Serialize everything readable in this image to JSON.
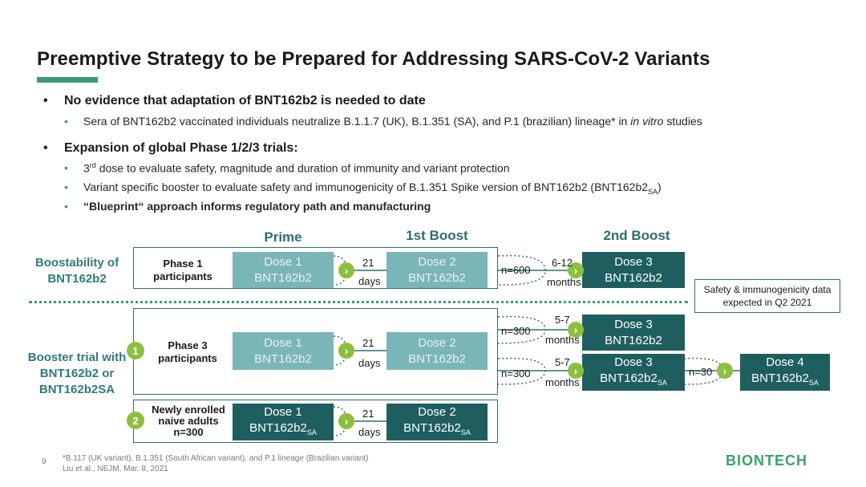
{
  "title": "Preemptive Strategy to be Prepared for Addressing SARS-CoV-2 Variants",
  "bullets": [
    {
      "text": "No evidence that adaptation of BNT162b2 is needed to date",
      "sub": [
        {
          "before": "Sera of BNT162b2 vaccinated individuals neutralize B.1.1.7 (UK), B.1.351 (SA), and P.1 (brazilian) lineage* in ",
          "italic": "in vitro",
          "after": " studies"
        }
      ]
    },
    {
      "text": "Expansion of global Phase 1/2/3 trials:",
      "sub": [
        {
          "num": "3",
          "sup": "rd",
          "rest": " dose to evaluate safety, magnitude and duration of immunity and variant protection"
        },
        {
          "before": "Variant specific booster to evaluate safety and immunogenicity of B.1.351 Spike version of BNT162b2 (BNT162b2",
          "subscript": "SA",
          "after": ")"
        },
        {
          "bold": "“Blueprint“",
          "after": " approach informs regulatory path and manufacturing"
        }
      ]
    }
  ],
  "diagram": {
    "columns": {
      "prime": "Prime",
      "boost1": "1st Boost",
      "boost2": "2nd Boost"
    },
    "rows": {
      "boostability": "Boostability of BNT162b2",
      "booster_trial": "Booster trial with BNT162b2 or BNT162b2SA"
    },
    "circle_1": "1",
    "circle_2": "2",
    "phase1_label": "Phase 1 participants",
    "phase3_label": "Phase 3 participants",
    "naive_label": "Newly enrolled naive adults n=300",
    "dose1": "Dose 1",
    "dose2": "Dose 2",
    "dose3": "Dose 3",
    "dose4": "Dose 4",
    "vaccine": "BNT162b2",
    "vaccine_base": "BNT162b2",
    "vaccine_sub": "SA",
    "interval_days": "21",
    "days": "days",
    "months": "months",
    "n600": "n=600",
    "n300": "n=300",
    "n30": "n=30",
    "range_6_12": "6-12",
    "range_5_7": "5-7",
    "safety_box": "Safety & immunogenicity data expected in Q2 2021",
    "arrow_icon": "chevron-right-icon"
  },
  "footer": {
    "page": "9",
    "note": "*B.117 (UK variant), B.1.351 (South African variant), and P.1 lineage (Brazilian variant)",
    "ref": "Liu et al., NEJM, Mar. 8, 2021"
  },
  "logo": "BIONTECH",
  "colors": {
    "accent": "#3a9a7a",
    "dark_teal": "#1e5e5f",
    "light_teal": "#7ab5b7",
    "green": "#8cbf3f"
  }
}
